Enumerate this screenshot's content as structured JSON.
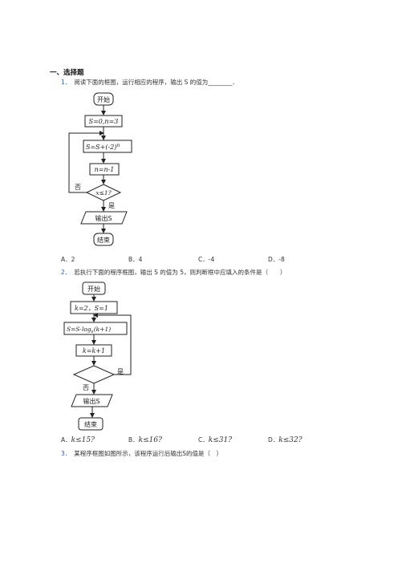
{
  "section": {
    "title": "一、选择题"
  },
  "q1": {
    "num": "1．",
    "text": "阅读下面的框图，运行相应的程序，输出 S 的值为________．",
    "flow": {
      "start": "开始",
      "init": "S=0,n=3",
      "update_s": "S=S+(-2)",
      "exp": "n",
      "update_n": "n=n-1",
      "cond": "x≤1?",
      "no": "否",
      "yes": "是",
      "output": "输出S",
      "end": "结束"
    },
    "options": [
      "A．2",
      "B．4",
      "C．-4",
      "D．-8"
    ]
  },
  "q2": {
    "num": "2．",
    "text": "若执行下面的程序框图，输出 S 的值为 5，则判断框中应填入的条件是（　　）",
    "flow": {
      "start": "开始",
      "init": "k=2，S=1",
      "update_s": "S=S·log",
      "sub": "k",
      "update_s_tail": "(k+1)",
      "update_k": "k=k+1",
      "yes": "是",
      "no": "否",
      "output": "输出S",
      "end": "结束"
    },
    "options": [
      {
        "letter": "A．",
        "expr": "k≤15?"
      },
      {
        "letter": "B．",
        "expr": "k≤16?"
      },
      {
        "letter": "C．",
        "expr": "k≤31?"
      },
      {
        "letter": "D．",
        "expr": "k≤32?"
      }
    ]
  },
  "q3": {
    "num": "3．",
    "text": "某程序框图如图所示，该程序运行后输出S的值是（　）"
  }
}
